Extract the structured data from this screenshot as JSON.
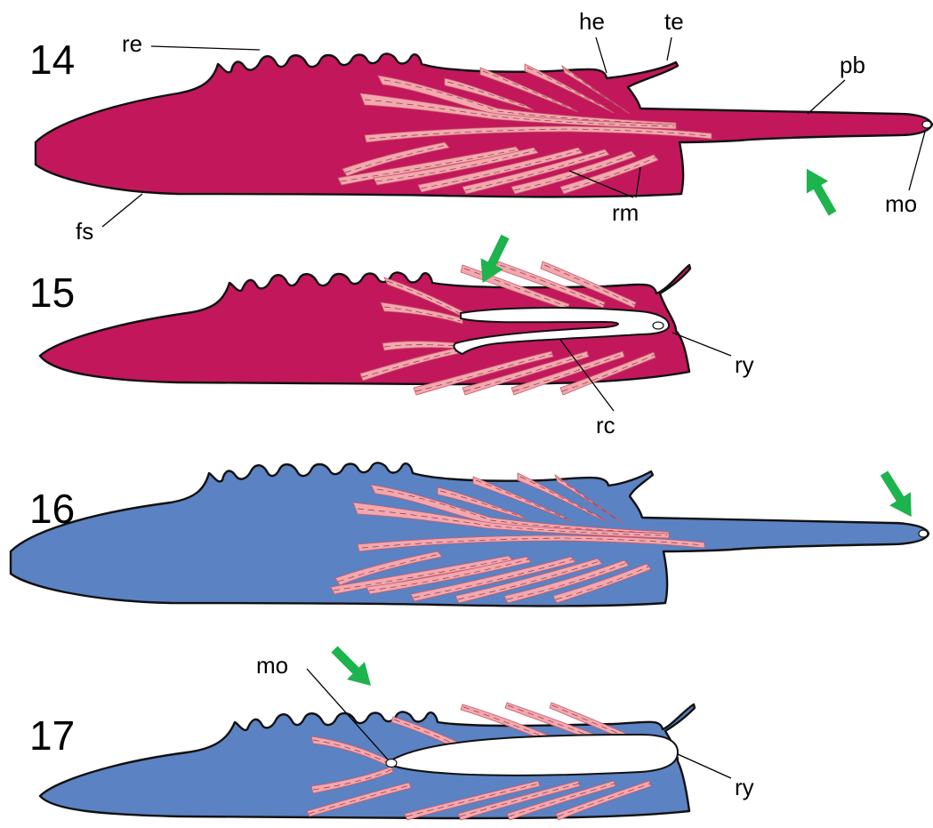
{
  "colors": {
    "red_body": "#c2185b",
    "blue_body": "#5b82c2",
    "muscle": "#f2a8ae",
    "arrow": "#1db34d"
  },
  "panels": [
    {
      "number": "14",
      "color": "red",
      "variant": "proboscis-everted"
    },
    {
      "number": "15",
      "color": "red",
      "variant": "proboscis-retracted"
    },
    {
      "number": "16",
      "color": "blue",
      "variant": "proboscis-everted"
    },
    {
      "number": "17",
      "color": "blue",
      "variant": "proboscis-retracted"
    }
  ],
  "labels": {
    "re": "re",
    "he": "he",
    "te": "te",
    "pb": "pb",
    "fs": "fs",
    "rm": "rm",
    "mo": "mo",
    "ry": "ry",
    "rc": "rc"
  }
}
